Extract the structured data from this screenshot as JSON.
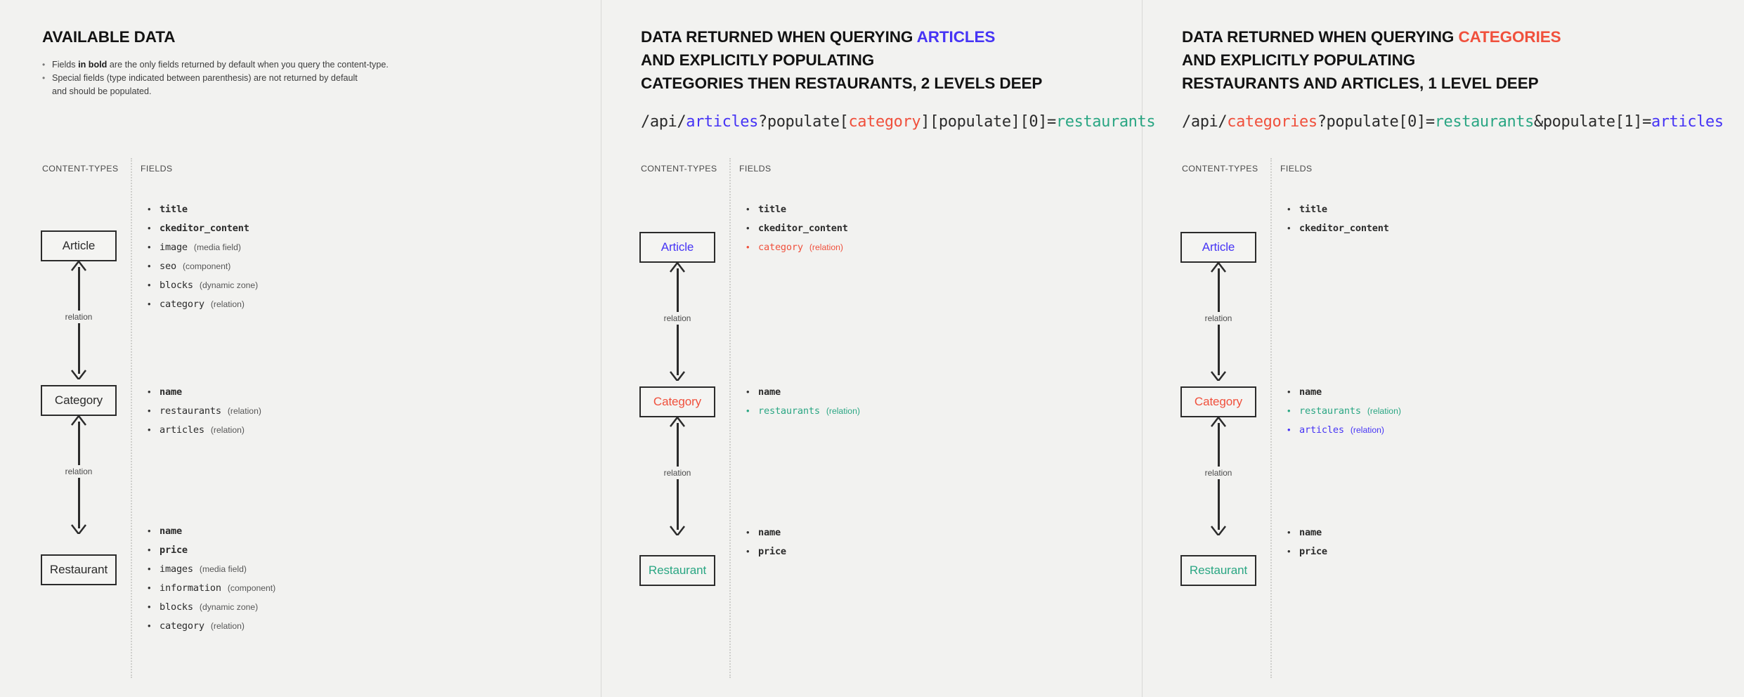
{
  "colors": {
    "background": "#f2f2f0",
    "blue": "#4634f5",
    "red": "#f0503c",
    "green": "#2aa683",
    "ink": "#2b2b2b"
  },
  "panels": [
    {
      "id": "available-data",
      "title_plain": "AVAILABLE DATA",
      "bullets": [
        {
          "pre": "Fields ",
          "bold": "in bold",
          "post": " are the only fields returned by default when you query the content-type."
        },
        {
          "pre": "Special fields (type indicated between parenthesis) are not returned by default\nand should be populated.",
          "bold": "",
          "post": ""
        }
      ],
      "col_labels": {
        "content_types": "CONTENT-TYPES",
        "fields": "FIELDS"
      },
      "relation_label": "relation",
      "nodes": [
        {
          "label": "Article",
          "color": ""
        },
        {
          "label": "Category",
          "color": ""
        },
        {
          "label": "Restaurant",
          "color": ""
        }
      ],
      "field_groups": [
        [
          {
            "name": "title",
            "type": "",
            "bold": true,
            "color": ""
          },
          {
            "name": "ckeditor_content",
            "type": "",
            "bold": true,
            "color": ""
          },
          {
            "name": "image",
            "type": "(media field)",
            "bold": false,
            "color": ""
          },
          {
            "name": "seo",
            "type": "(component)",
            "bold": false,
            "color": ""
          },
          {
            "name": "blocks",
            "type": "(dynamic zone)",
            "bold": false,
            "color": ""
          },
          {
            "name": "category",
            "type": "(relation)",
            "bold": false,
            "color": ""
          }
        ],
        [
          {
            "name": "name",
            "type": "",
            "bold": true,
            "color": ""
          },
          {
            "name": "restaurants",
            "type": "(relation)",
            "bold": false,
            "color": ""
          },
          {
            "name": "articles",
            "type": "(relation)",
            "bold": false,
            "color": ""
          }
        ],
        [
          {
            "name": "name",
            "type": "",
            "bold": true,
            "color": ""
          },
          {
            "name": "price",
            "type": "",
            "bold": true,
            "color": ""
          },
          {
            "name": "images",
            "type": "(media field)",
            "bold": false,
            "color": ""
          },
          {
            "name": "information",
            "type": "(component)",
            "bold": false,
            "color": ""
          },
          {
            "name": "blocks",
            "type": "(dynamic zone)",
            "bold": false,
            "color": ""
          },
          {
            "name": "category",
            "type": "(relation)",
            "bold": false,
            "color": ""
          }
        ]
      ]
    },
    {
      "id": "query-articles",
      "title_lines": [
        {
          "text": "DATA RETURNED WHEN QUERYING ",
          "accent_text": "ARTICLES",
          "accent": "blue"
        },
        {
          "text": "AND EXPLICITLY POPULATING",
          "accent_text": "",
          "accent": ""
        },
        {
          "text": "CATEGORIES THEN RESTAURANTS, 2 LEVELS DEEP",
          "accent_text": "",
          "accent": ""
        }
      ],
      "query_parts": [
        {
          "t": "/api/",
          "c": ""
        },
        {
          "t": "articles",
          "c": "blue"
        },
        {
          "t": "?populate[",
          "c": ""
        },
        {
          "t": "category",
          "c": "red"
        },
        {
          "t": "][populate][0]=",
          "c": ""
        },
        {
          "t": "restaurants",
          "c": "green"
        }
      ],
      "col_labels": {
        "content_types": "CONTENT-TYPES",
        "fields": "FIELDS"
      },
      "relation_label": "relation",
      "nodes": [
        {
          "label": "Article",
          "color": "blue"
        },
        {
          "label": "Category",
          "color": "red"
        },
        {
          "label": "Restaurant",
          "color": "green"
        }
      ],
      "field_groups": [
        [
          {
            "name": "title",
            "type": "",
            "bold": true,
            "color": ""
          },
          {
            "name": "ckeditor_content",
            "type": "",
            "bold": true,
            "color": ""
          },
          {
            "name": "category",
            "type": "(relation)",
            "bold": false,
            "color": "red"
          }
        ],
        [
          {
            "name": "name",
            "type": "",
            "bold": true,
            "color": ""
          },
          {
            "name": "restaurants",
            "type": "(relation)",
            "bold": false,
            "color": "green"
          }
        ],
        [
          {
            "name": "name",
            "type": "",
            "bold": true,
            "color": ""
          },
          {
            "name": "price",
            "type": "",
            "bold": true,
            "color": ""
          }
        ]
      ]
    },
    {
      "id": "query-categories",
      "title_lines": [
        {
          "text": "DATA RETURNED WHEN QUERYING ",
          "accent_text": "CATEGORIES",
          "accent": "red"
        },
        {
          "text": "AND EXPLICITLY POPULATING",
          "accent_text": "",
          "accent": ""
        },
        {
          "text": "RESTAURANTS AND ARTICLES, 1 LEVEL DEEP",
          "accent_text": "",
          "accent": ""
        }
      ],
      "query_parts": [
        {
          "t": "/api/",
          "c": ""
        },
        {
          "t": "categories",
          "c": "red"
        },
        {
          "t": "?populate[0]=",
          "c": ""
        },
        {
          "t": "restaurants",
          "c": "green"
        },
        {
          "t": "&populate[1]=",
          "c": ""
        },
        {
          "t": "articles",
          "c": "blue"
        }
      ],
      "col_labels": {
        "content_types": "CONTENT-TYPES",
        "fields": "FIELDS"
      },
      "relation_label": "relation",
      "nodes": [
        {
          "label": "Article",
          "color": "blue"
        },
        {
          "label": "Category",
          "color": "red"
        },
        {
          "label": "Restaurant",
          "color": "green"
        }
      ],
      "field_groups": [
        [
          {
            "name": "title",
            "type": "",
            "bold": true,
            "color": ""
          },
          {
            "name": "ckeditor_content",
            "type": "",
            "bold": true,
            "color": ""
          }
        ],
        [
          {
            "name": "name",
            "type": "",
            "bold": true,
            "color": ""
          },
          {
            "name": "restaurants",
            "type": "(relation)",
            "bold": false,
            "color": "green"
          },
          {
            "name": "articles",
            "type": "(relation)",
            "bold": false,
            "color": "blue"
          }
        ],
        [
          {
            "name": "name",
            "type": "",
            "bold": true,
            "color": ""
          },
          {
            "name": "price",
            "type": "",
            "bold": true,
            "color": ""
          }
        ]
      ]
    }
  ]
}
